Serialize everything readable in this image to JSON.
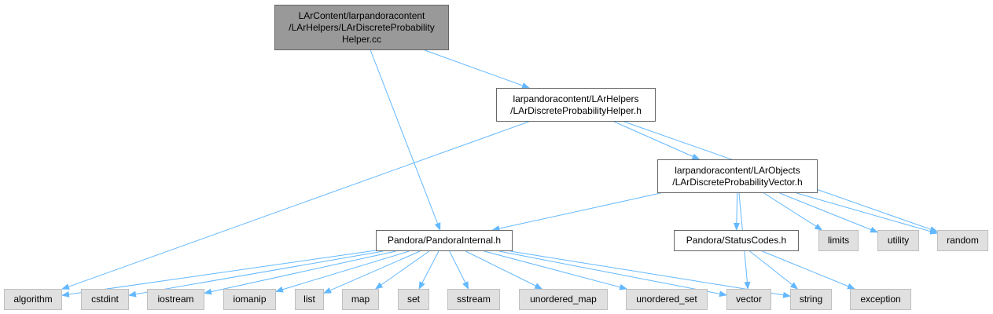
{
  "diagram": {
    "colors": {
      "edge": "#63b8ff",
      "root_fill": "#999999",
      "node_fill": "#ffffff",
      "system_fill": "#e0e0e0"
    },
    "nodes": {
      "root": "LArContent/larpandoracontent\n/LArHelpers/LArDiscreteProbability\nHelper.cc",
      "helper_h": "larpandoracontent/LArHelpers\n/LArDiscreteProbabilityHelper.h",
      "vector_h": "larpandoracontent/LArObjects\n/LArDiscreteProbabilityVector.h",
      "pandora_internal": "Pandora/PandoraInternal.h",
      "status_codes": "Pandora/StatusCodes.h",
      "limits": "limits",
      "utility": "utility",
      "random": "random",
      "algorithm": "algorithm",
      "cstdint": "cstdint",
      "iostream": "iostream",
      "iomanip": "iomanip",
      "list": "list",
      "map": "map",
      "set": "set",
      "sstream": "sstream",
      "unordered_map": "unordered_map",
      "unordered_set": "unordered_set",
      "vector": "vector",
      "string": "string",
      "exception": "exception"
    },
    "edges": [
      [
        "root",
        "helper_h"
      ],
      [
        "root",
        "pandora_internal"
      ],
      [
        "helper_h",
        "algorithm"
      ],
      [
        "helper_h",
        "vector_h"
      ],
      [
        "helper_h",
        "random"
      ],
      [
        "vector_h",
        "pandora_internal"
      ],
      [
        "vector_h",
        "status_codes"
      ],
      [
        "vector_h",
        "vector"
      ],
      [
        "vector_h",
        "limits"
      ],
      [
        "vector_h",
        "utility"
      ],
      [
        "vector_h",
        "random"
      ],
      [
        "pandora_internal",
        "algorithm"
      ],
      [
        "pandora_internal",
        "cstdint"
      ],
      [
        "pandora_internal",
        "iostream"
      ],
      [
        "pandora_internal",
        "iomanip"
      ],
      [
        "pandora_internal",
        "list"
      ],
      [
        "pandora_internal",
        "map"
      ],
      [
        "pandora_internal",
        "set"
      ],
      [
        "pandora_internal",
        "sstream"
      ],
      [
        "pandora_internal",
        "unordered_map"
      ],
      [
        "pandora_internal",
        "unordered_set"
      ],
      [
        "pandora_internal",
        "vector"
      ],
      [
        "pandora_internal",
        "string"
      ],
      [
        "status_codes",
        "string"
      ],
      [
        "status_codes",
        "exception"
      ]
    ]
  }
}
